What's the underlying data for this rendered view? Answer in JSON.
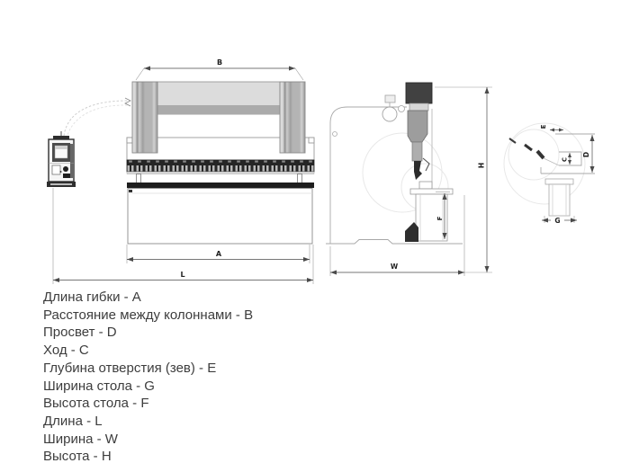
{
  "dimensions": {
    "A": "A",
    "B": "B",
    "C": "C",
    "D": "D",
    "E": "E",
    "F": "F",
    "G": "G",
    "H": "H",
    "L": "L",
    "W": "W"
  },
  "legend": {
    "items": [
      "Длина гибки - A",
      "Расстояние между колоннами - B",
      "Просвет - D",
      "Ход - C",
      "Глубина отверстия (зев) - E",
      "Ширина стола - G",
      "Высота стола - F",
      "Длина - L",
      "Ширина - W",
      "Высота - H"
    ]
  },
  "colors": {
    "background": "#ffffff",
    "drawing_line": "#9a9a9a",
    "dimension_line": "#4a4a4a",
    "machine_gray": "#b5b5b5",
    "dark_fill": "#2c2c2c",
    "legend_text": "#3d3d3d"
  }
}
